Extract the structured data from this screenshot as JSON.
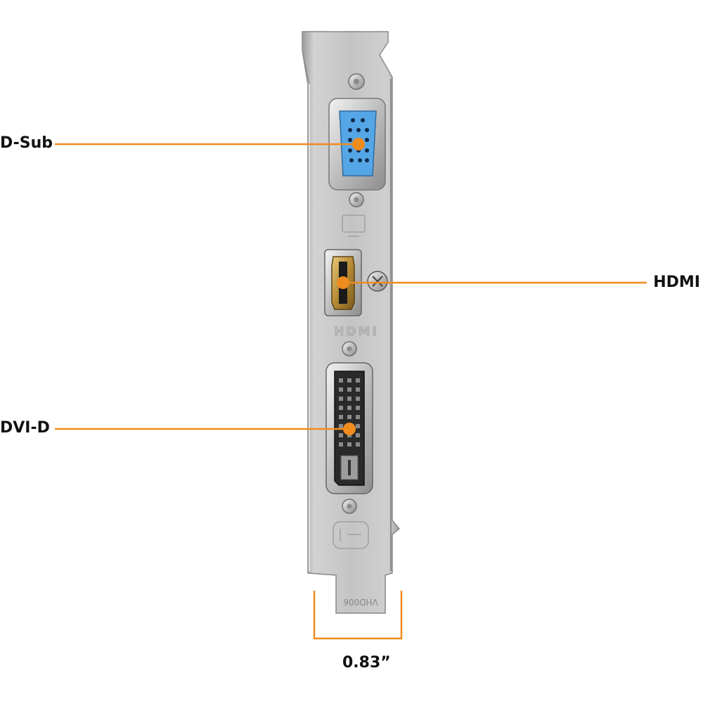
{
  "callouts": {
    "dsub": "D-Sub",
    "hdmi": "HDMI",
    "dvi": "DVI-D"
  },
  "dimension": {
    "width": "0.83”"
  },
  "bracket_marks": {
    "hdmi_emboss": "HDMI",
    "part_code": "VHD006"
  },
  "colors": {
    "accent": "#f08c1e",
    "vga_port": "#55a6e6",
    "bracket_metal": "#c9c9c9",
    "hdmi_connector": "#c8a24a"
  }
}
